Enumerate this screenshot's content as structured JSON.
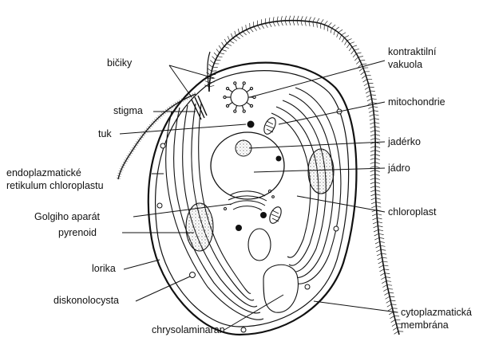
{
  "labels": {
    "flagella": "bičiky",
    "stigma": "stigma",
    "fat": "tuk",
    "er_line1": "endoplazmatické",
    "er_line2": "retikulum chloroplastu",
    "golgi": "Golgiho aparát",
    "pyrenoid": "pyrenoid",
    "lorica": "lorika",
    "discobolocyst": "diskonolocysta",
    "chrysolaminaran": "chrysolaminaran",
    "contractile_line1": "kontraktilní",
    "contractile_line2": "vakuola",
    "mitochondria": "mitochondrie",
    "nucleolus": "jadérko",
    "nucleus": "jádro",
    "chloroplast": "chloroplast",
    "membrane_line1": "cytoplazmatická",
    "membrane_line2": "membrána"
  },
  "colors": {
    "ink": "#111111",
    "stipple": "#8a8a8a",
    "background": "#ffffff"
  }
}
